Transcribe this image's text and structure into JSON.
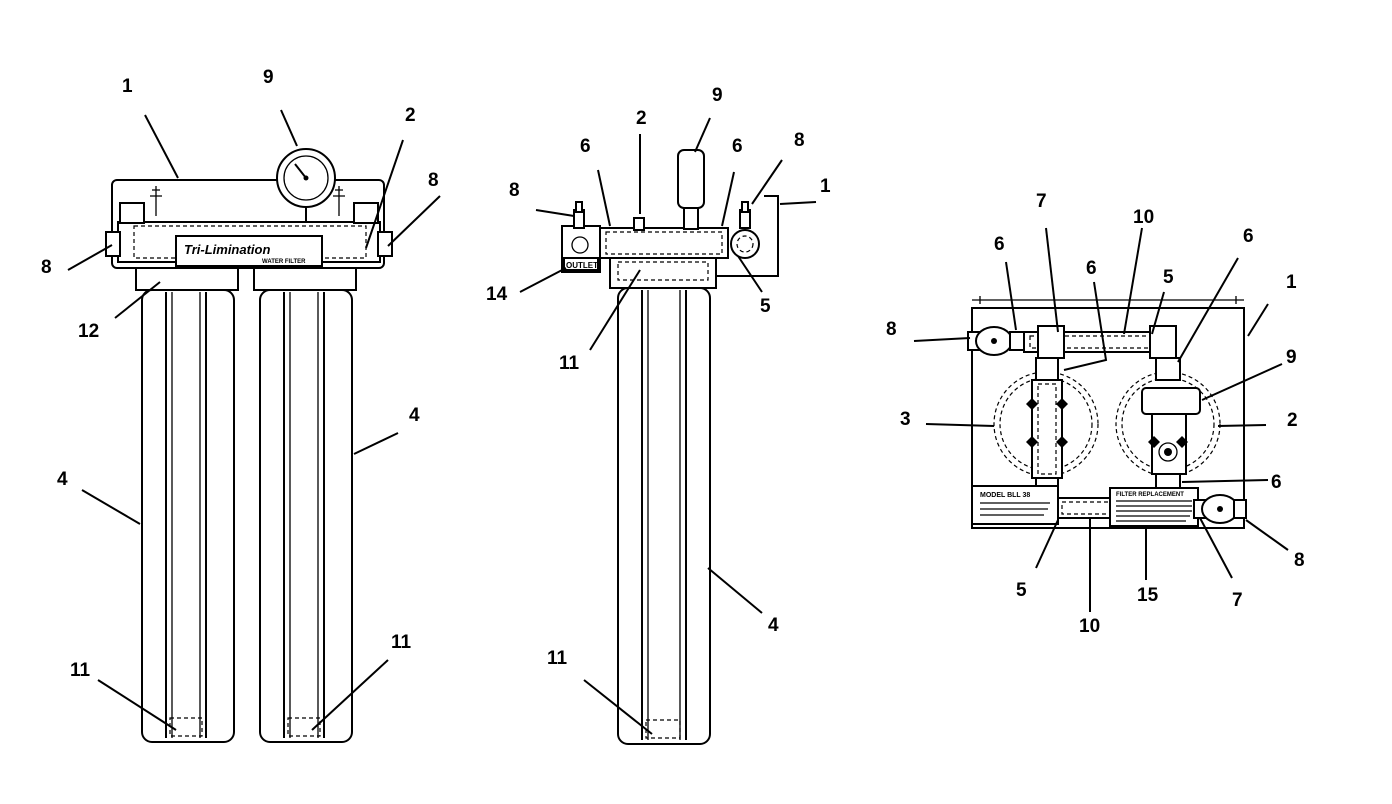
{
  "views": {
    "left": {
      "callouts": [
        "1",
        "9",
        "2",
        "8",
        "8",
        "12",
        "4",
        "4",
        "11",
        "11"
      ],
      "head_logo_text": "Tri-Limination",
      "head_sub_text": "WATER FILTER"
    },
    "middle": {
      "callouts": [
        "2",
        "9",
        "6",
        "6",
        "8",
        "8",
        "1",
        "14",
        "5",
        "11",
        "4",
        "11"
      ],
      "outlet_label": "OUTLET"
    },
    "right": {
      "callouts": [
        "7",
        "10",
        "6",
        "5",
        "6",
        "6",
        "1",
        "8",
        "9",
        "3",
        "2",
        "6",
        "5",
        "15",
        "7",
        "8",
        "10"
      ],
      "model_plate_text": "MODEL  BLL  38",
      "filter_plate_text": "FILTER REPLACEMENT"
    }
  }
}
